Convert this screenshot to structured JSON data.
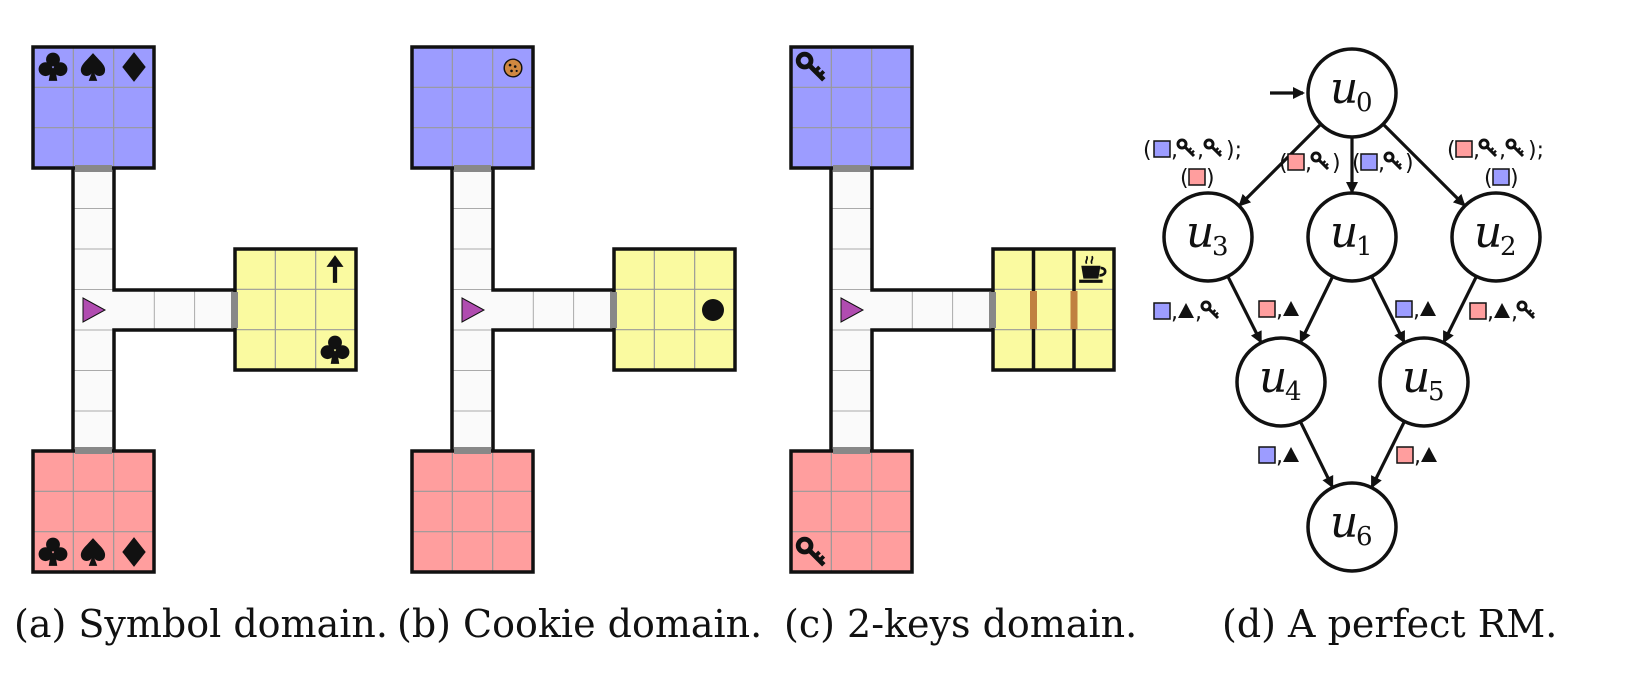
{
  "captions": {
    "a": "(a) Symbol domain.",
    "b": "(b) Cookie domain.",
    "c": "(c) 2-keys domain.",
    "d": "(d) A perfect RM."
  },
  "colors": {
    "blue_room": "#9c9cff",
    "yellow_room": "#fafaa0",
    "red_room": "#ff9e9e",
    "door": "#888888",
    "inner_door": "#c08040",
    "agent": "#b04cb0",
    "cookie": "#d08840"
  },
  "icons": {
    "symbols_row": [
      "club-icon",
      "spade-icon",
      "diamond-icon"
    ],
    "yellow_symbols": [
      "arrow-up-icon",
      "club-icon"
    ],
    "cookie": "cookie-icon",
    "button": "button-icon",
    "key": "key-icon",
    "coffee": "coffee-icon",
    "agent": "agent-triangle-icon"
  },
  "rm": {
    "nodes": [
      {
        "id": "u0",
        "base": "u",
        "sub": "0"
      },
      {
        "id": "u1",
        "base": "u",
        "sub": "1"
      },
      {
        "id": "u2",
        "base": "u",
        "sub": "2"
      },
      {
        "id": "u3",
        "base": "u",
        "sub": "3"
      },
      {
        "id": "u4",
        "base": "u",
        "sub": "4"
      },
      {
        "id": "u5",
        "base": "u",
        "sub": "5"
      },
      {
        "id": "u6",
        "base": "u",
        "sub": "6"
      }
    ],
    "edges": [
      {
        "from": "u0",
        "to": "u3"
      },
      {
        "from": "u0",
        "to": "u1"
      },
      {
        "from": "u0",
        "to": "u2"
      },
      {
        "from": "u3",
        "to": "u4"
      },
      {
        "from": "u1",
        "to": "u4"
      },
      {
        "from": "u1",
        "to": "u5"
      },
      {
        "from": "u2",
        "to": "u5"
      },
      {
        "from": "u4",
        "to": "u6"
      },
      {
        "from": "u5",
        "to": "u6"
      }
    ],
    "punct": {
      "open": "(",
      "close": ")",
      "comma": ",",
      "close_semi": ");"
    }
  }
}
